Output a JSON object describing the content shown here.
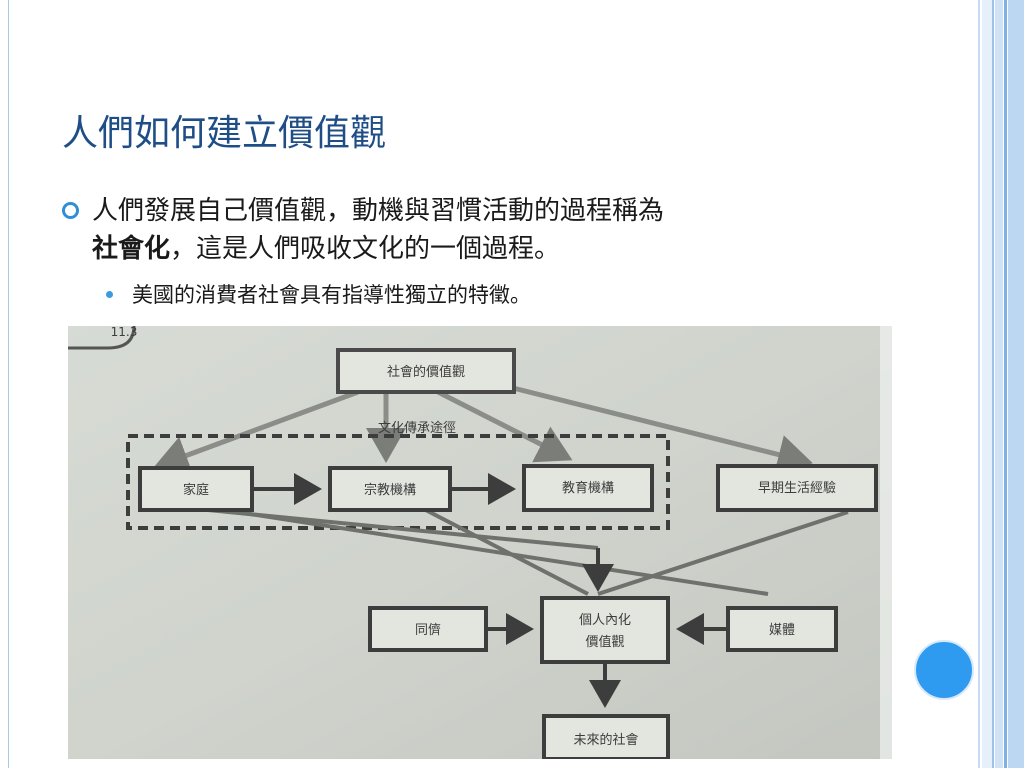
{
  "slide": {
    "title": "人們如何建立價值觀",
    "bullet1": {
      "line1": "人們發展自己價值觀，動機與習慣活動的過程稱為",
      "bold": "社會化",
      "line2_rest": "，這是人們吸收文化的一個過程。"
    },
    "bullet2": "美國的消費者社會具有指導性獨立的特徵。"
  },
  "diagram": {
    "corner_label": "11.3",
    "top": "社會的價值觀",
    "group_label": "文化傳承途徑",
    "family": "家庭",
    "religion": "宗教機構",
    "education": "教育機構",
    "early_life": "早期生活經驗",
    "peers": "同儕",
    "internal_line1": "個人內化",
    "internal_line2": "價值觀",
    "media": "媒體",
    "future": "未來的社會"
  },
  "colors": {
    "title": "#1f4e86",
    "bullet_ring": "#2e8fd8",
    "bullet_dot": "#3a9be0",
    "accent_circle": "#2f9bf0",
    "photo_paper": "#c9cdc6",
    "diagram_ink": "#3d3d3d"
  }
}
